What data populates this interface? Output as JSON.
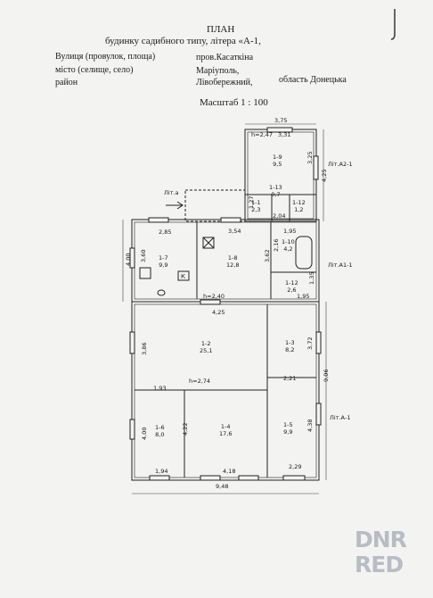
{
  "header": {
    "title": "ПЛАН",
    "subtitle": "будинку садибного типу, літера «А-1,",
    "street_label": "Вулиця (провулок, площа)",
    "street_value": "пров.Касаткіна",
    "city_label": "місто (селище, село)",
    "city_value": "Маріуполь,",
    "district_label": "район",
    "district_value": "Лівобережний,",
    "region_value": "область Донецька",
    "scale": "Масштаб 1 : 100"
  },
  "dims": {
    "top_width": "3,75",
    "a2_inner_height": "h=2,47",
    "a2_inner_width": "3,31",
    "a2_side": "3,25",
    "a2_side2": "4,25",
    "lit_a2": "Літ.А2-1",
    "lit_a": "Літ.а",
    "d127": "1,27",
    "d204": "2,04",
    "d285": "2,85",
    "d354": "3,54",
    "d195": "1,95",
    "d400_left": "4,00",
    "d360": "3,60",
    "d362": "3,62",
    "d216": "2,16",
    "d135": "1,35",
    "lit_a1": "Літ.А1-1",
    "h240": "h=2,40",
    "d195b": "1,95",
    "d425": "4,25",
    "d386": "3,86",
    "d372": "3,72",
    "d906": "9,06",
    "d193": "1,93",
    "h274": "h=2,74",
    "d221": "2,21",
    "d400b": "4,00",
    "d422": "4,22",
    "d438": "4,38",
    "lit_a_main": "Літ.А-1",
    "d194": "1,94",
    "d418": "4,18",
    "d229": "2,29",
    "total_width": "9,48"
  },
  "rooms": {
    "r19_id": "1-9",
    "r19_area": "9,5",
    "r113_id": "1-13",
    "r113_area": "0,7",
    "r11_id": "1-1",
    "r11_area": "2,3",
    "r112_id": "1-12",
    "r112_area": "1,2",
    "r17_id": "1-7",
    "r17_area": "9,9",
    "r18_id": "1-8",
    "r18_area": "12,8",
    "r110_id": "1-10",
    "r110_area": "4,2",
    "r112b_id": "1-12",
    "r112b_area": "2,6",
    "r12_id": "1-2",
    "r12_area": "25,1",
    "r13_id": "1-3",
    "r13_area": "8,2",
    "r16_id": "1-6",
    "r16_area": "8,0",
    "r14_id": "1-4",
    "r14_area": "17,6",
    "r15_id": "1-5",
    "r15_area": "9,9"
  },
  "stove_k": "К",
  "watermark": {
    "line1": "DNR",
    "line2": "RED"
  }
}
